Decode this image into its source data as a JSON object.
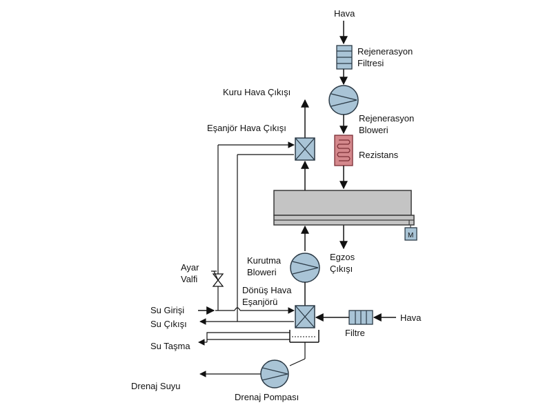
{
  "labels": {
    "hava_top": "Hava",
    "regen_filter_1": "Rejenerasyon",
    "regen_filter_2": "Filtresi",
    "regen_blower_1": "Rejenerasyon",
    "regen_blower_2": "Bloweri",
    "heater": "Rezistans",
    "dry_air_out": "Kuru Hava Çıkışı",
    "hx_air_out": "Eşanjör Hava Çıkışı",
    "exhaust_1": "Egzos",
    "exhaust_2": "Çıkışı",
    "drying_blower_1": "Kurutma",
    "drying_blower_2": "Bloweri",
    "valve_1": "Ayar",
    "valve_2": "Valfi",
    "return_hx_1": "Dönüş Hava",
    "return_hx_2": "Eşanjörü",
    "water_in": "Su Girişi",
    "water_out": "Su Çıkışı",
    "overflow": "Su Taşma",
    "hava_right": "Hava",
    "filter": "Filtre",
    "drain_water": "Drenaj Suyu",
    "drain_pump": "Drenaj Pompası",
    "motor": "M"
  },
  "colors": {
    "line": "#111111",
    "component_fill": "#a9c4d6",
    "component_stroke": "#2b3a46",
    "heater_fill": "#d4888c",
    "heater_stroke": "#7a2e35",
    "rotor_fill": "#c4c4c4",
    "rotor_stroke": "#3a3a3a"
  }
}
